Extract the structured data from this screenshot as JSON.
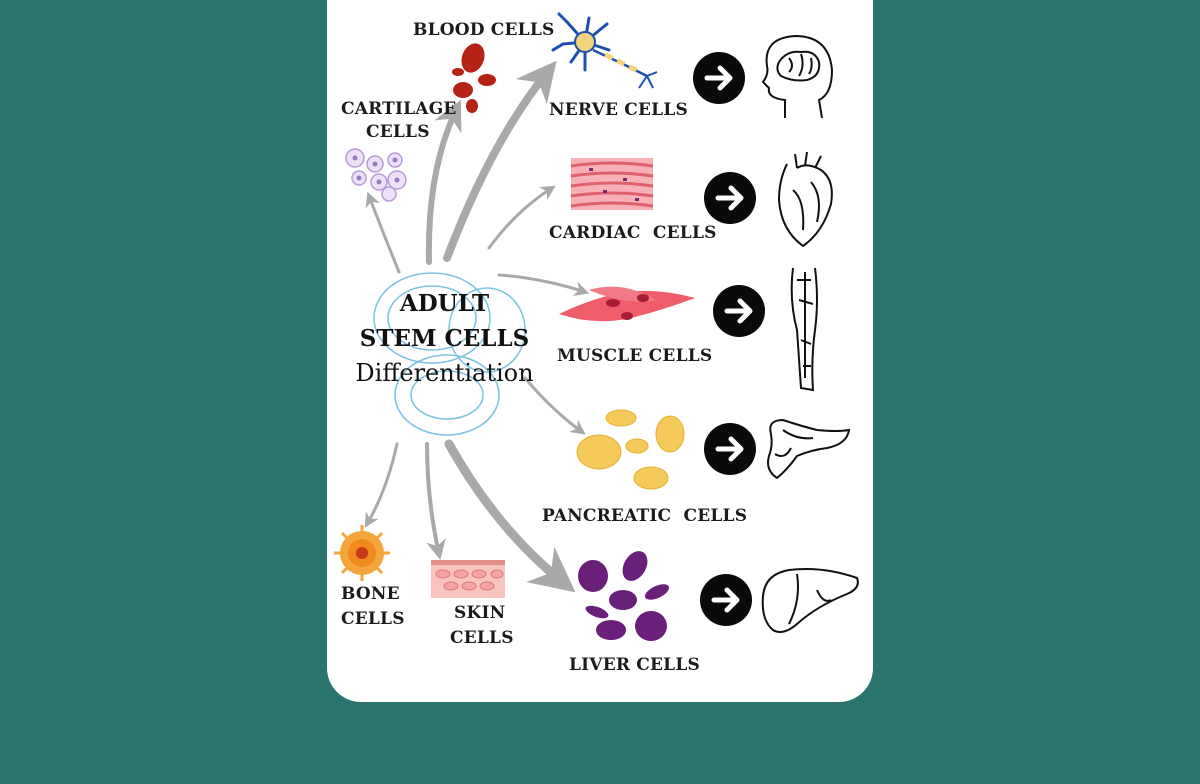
{
  "diagram": {
    "title_line1": "ADULT",
    "title_line2": "STEM CELLS",
    "title_line3": "Differentiation",
    "labels": {
      "blood": "BLOOD CELLS",
      "cartilage_1": "CARTILAGE",
      "cartilage_2": "CELLS",
      "nerve": "NERVE CELLS",
      "cardiac": "CARDIAC  CELLS",
      "muscle": "MUSCLE CELLS",
      "pancreatic": "PANCREATIC  CELLS",
      "liver": "LIVER CELLS",
      "bone_1": "BONE",
      "bone_2": "CELLS",
      "skin_1": "SKIN",
      "skin_2": "CELLS"
    },
    "icons": {
      "nerve_organ": "brain-head-icon",
      "cardiac_organ": "heart-icon",
      "muscle_organ": "leg-muscle-icon",
      "pancreatic_organ": "pancreas-icon",
      "liver_organ": "liver-icon",
      "next": "arrow-right-icon"
    },
    "colors": {
      "background": "#2b736f",
      "card": "#ffffff",
      "blood": "#b52216",
      "nerve": "#1e4fb0",
      "cardiac": "#f07a86",
      "muscle": "#ef4f5f",
      "pancreatic": "#f2c94c",
      "liver": "#6a1f7a",
      "cartilage": "#b99ad8",
      "bone": "#f08a1c",
      "skin": "#f4a3a0",
      "stem": "#7fc4e0",
      "arrow": "#a9a9a9"
    }
  }
}
